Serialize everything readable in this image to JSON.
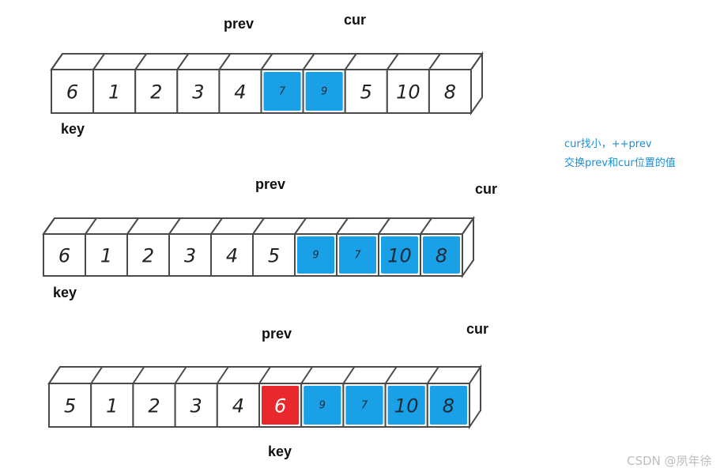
{
  "rows": [
    {
      "prev_label": "prev",
      "cur_label": "cur",
      "key_label": "key",
      "cells": [
        {
          "value": "6",
          "fill": "none"
        },
        {
          "value": "1",
          "fill": "none"
        },
        {
          "value": "2",
          "fill": "none"
        },
        {
          "value": "3",
          "fill": "none"
        },
        {
          "value": "4",
          "fill": "none"
        },
        {
          "value": "7",
          "fill": "blue"
        },
        {
          "value": "9",
          "fill": "blue"
        },
        {
          "value": "5",
          "fill": "none"
        },
        {
          "value": "10",
          "fill": "none"
        },
        {
          "value": "8",
          "fill": "none"
        }
      ]
    },
    {
      "prev_label": "prev",
      "cur_label": "cur",
      "key_label": "key",
      "cells": [
        {
          "value": "6",
          "fill": "none"
        },
        {
          "value": "1",
          "fill": "none"
        },
        {
          "value": "2",
          "fill": "none"
        },
        {
          "value": "3",
          "fill": "none"
        },
        {
          "value": "4",
          "fill": "none"
        },
        {
          "value": "5",
          "fill": "none"
        },
        {
          "value": "9",
          "fill": "blue"
        },
        {
          "value": "7",
          "fill": "blue"
        },
        {
          "value": "10",
          "fill": "blue"
        },
        {
          "value": "8",
          "fill": "blue"
        }
      ]
    },
    {
      "prev_label": "prev",
      "cur_label": "cur",
      "key_label": "key",
      "cells": [
        {
          "value": "5",
          "fill": "none"
        },
        {
          "value": "1",
          "fill": "none"
        },
        {
          "value": "2",
          "fill": "none"
        },
        {
          "value": "3",
          "fill": "none"
        },
        {
          "value": "4",
          "fill": "none"
        },
        {
          "value": "6",
          "fill": "red"
        },
        {
          "value": "9",
          "fill": "blue"
        },
        {
          "value": "7",
          "fill": "blue"
        },
        {
          "value": "10",
          "fill": "blue"
        },
        {
          "value": "8",
          "fill": "blue"
        }
      ]
    }
  ],
  "note": {
    "line1": "cur找小，++prev",
    "line2": "交换prev和cur位置的值"
  },
  "watermark": "CSDN @夙年徐",
  "colors": {
    "blue": "#1aa0e6",
    "red": "#e8282d",
    "stroke": "#4a4a4a",
    "note": "#1a8fd8"
  }
}
